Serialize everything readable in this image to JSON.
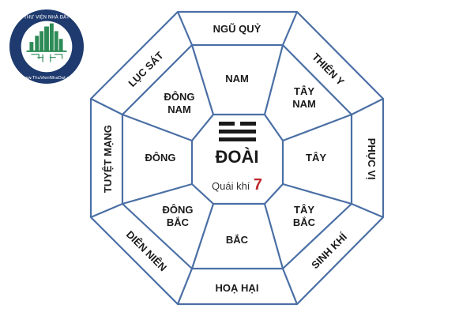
{
  "logo": {
    "ring_text_top": "THƯ VIỆN NHÀ ĐẤT · THƯ VIỆN NHÀ ĐẤT",
    "ring_text_bottom": "www.ThuVienNhaDat.vn",
    "ring_color": "#1e3a6e",
    "building_color": "#2e8b57"
  },
  "diagram": {
    "line_color": "#4a6fa5",
    "center": {
      "trigram": "☱",
      "title": "ĐOÀI",
      "subtitle": "Quái khí",
      "number": "7",
      "number_color": "#c0262c"
    },
    "inner_directions": [
      {
        "id": "n",
        "label": "NAM"
      },
      {
        "id": "ne",
        "label_line1": "TÂY",
        "label_line2": "NAM"
      },
      {
        "id": "e",
        "label": "TÂY"
      },
      {
        "id": "se",
        "label_line1": "TÂY",
        "label_line2": "BẮC"
      },
      {
        "id": "s",
        "label": "BẮC"
      },
      {
        "id": "sw",
        "label_line1": "ĐÔNG",
        "label_line2": "BẮC"
      },
      {
        "id": "w",
        "label": "ĐÔNG"
      },
      {
        "id": "nw",
        "label_line1": "ĐÔNG",
        "label_line2": "NAM"
      }
    ],
    "outer_stars": [
      {
        "id": "n",
        "label": "NGŨ QUỶ"
      },
      {
        "id": "ne",
        "label": "THIÊN Y"
      },
      {
        "id": "e",
        "label": "PHỤC VỊ"
      },
      {
        "id": "se",
        "label": "SINH KHÍ"
      },
      {
        "id": "s",
        "label": "HOẠ HẠI"
      },
      {
        "id": "sw",
        "label": "DIÊN NIÊN"
      },
      {
        "id": "w",
        "label": "TUYỆT MẠNG"
      },
      {
        "id": "nw",
        "label": "LỤC SÁT"
      }
    ]
  }
}
